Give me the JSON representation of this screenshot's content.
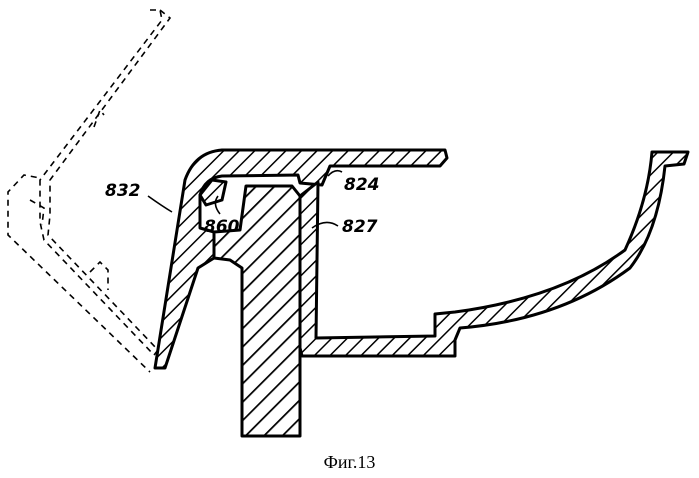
{
  "figure": {
    "caption": "Фиг.13",
    "labels": {
      "part_832": "832",
      "part_860": "860",
      "part_824": "824",
      "part_827": "827"
    }
  }
}
